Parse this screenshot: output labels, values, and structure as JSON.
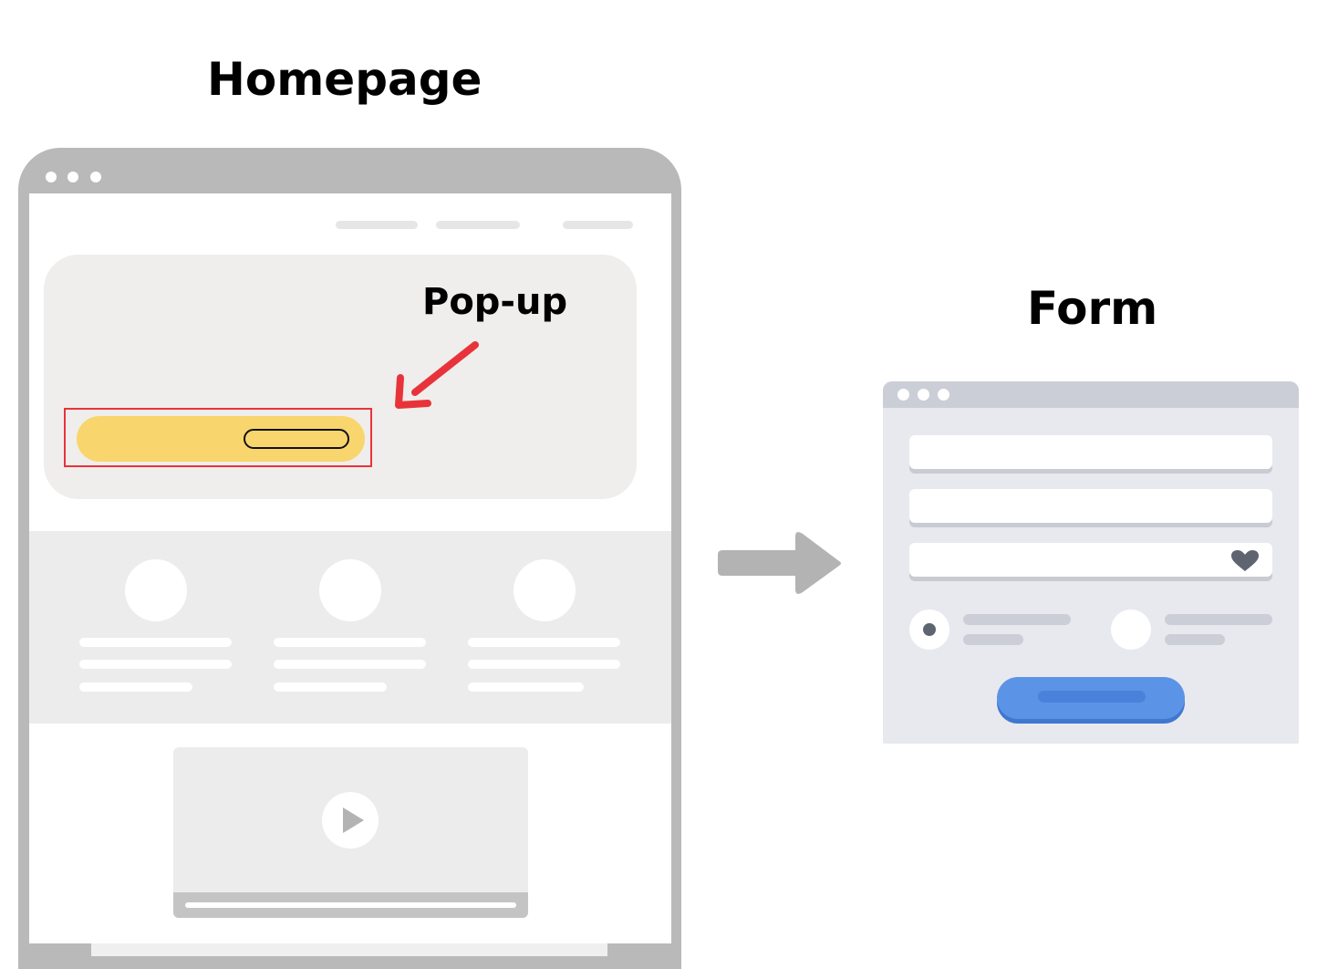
{
  "titles": {
    "homepage": "Homepage",
    "form": "Form",
    "popup_label": "Pop-up"
  },
  "colors": {
    "popup_bar": "#f9d56e",
    "popup_outline": "#e8333a",
    "annotation_arrow": "#e8333a",
    "flow_arrow": "#b3b3b3",
    "submit_button": "#5b94e6",
    "browser_frame": "#b9b9b9"
  },
  "icons": {
    "play": "play-icon",
    "heart": "heart-icon",
    "flow_arrow": "arrow-right-icon",
    "annotation_arrow": "arrow-down-left-icon"
  }
}
